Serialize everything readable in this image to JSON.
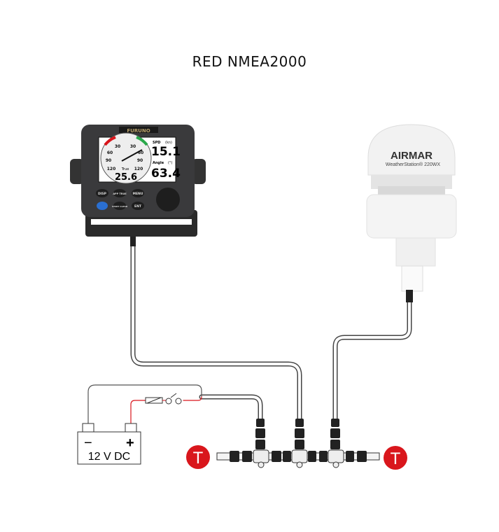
{
  "title": "RED NMEA2000",
  "display": {
    "brand": "FURUNO",
    "speed_label": "SPD",
    "speed_unit": "(kn)",
    "speed_value": "15.1",
    "angle_label": "Angle",
    "angle_unit": "(°)",
    "angle_value": "63.4",
    "dial_mode": "True",
    "dial_value": "25.6",
    "dial_ticks": [
      "30",
      "30",
      "60",
      "60",
      "90",
      "90",
      "120",
      "120"
    ],
    "buttons": [
      "DISP",
      "APP TRUE",
      "MENU",
      "START CLEAR",
      "ENT"
    ]
  },
  "sensor": {
    "brand": "AIRMAR",
    "model": "WeatherStation® 220WX"
  },
  "battery": {
    "minus": "−",
    "plus": "+",
    "label": "12 V DC"
  },
  "terminators": [
    "T",
    "T"
  ],
  "colors": {
    "terminator": "#d9161c",
    "power_wire": "#d9161c",
    "cable": "#555555"
  }
}
